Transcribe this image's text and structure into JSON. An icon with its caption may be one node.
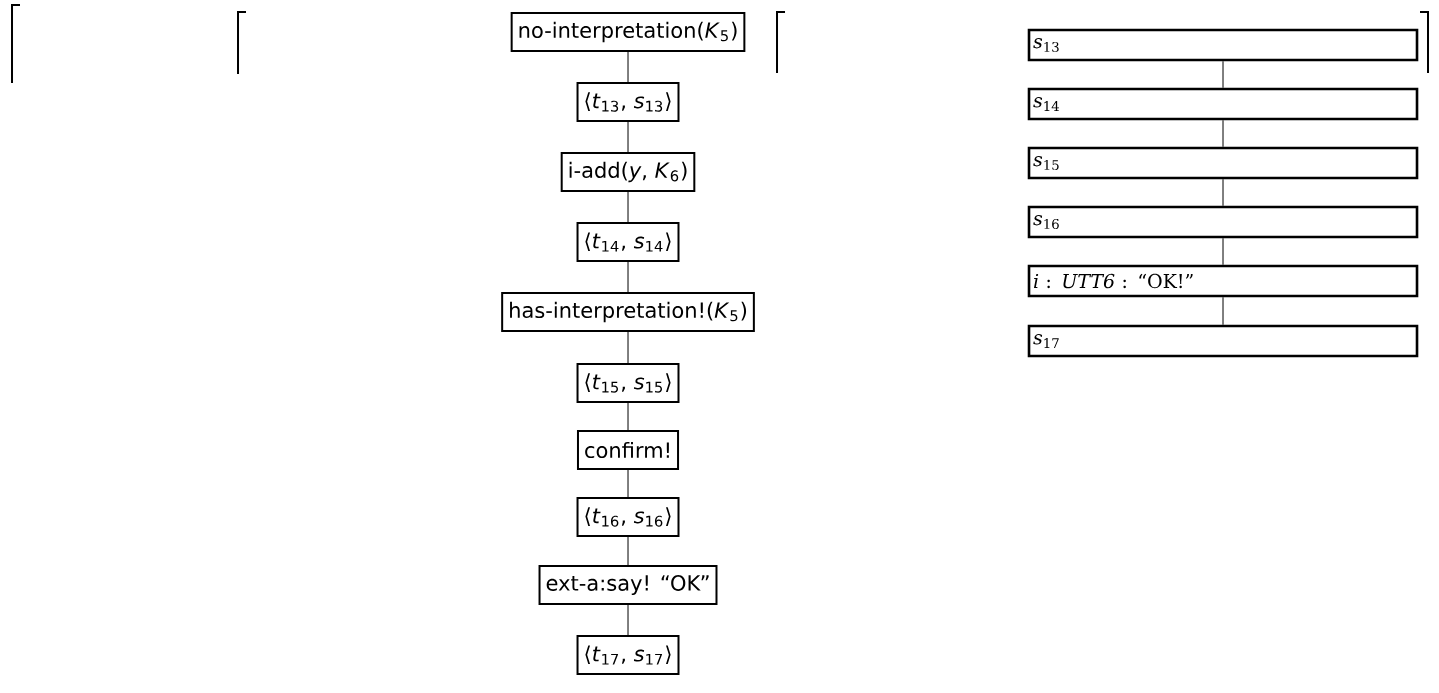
{
  "diagram": {
    "nodes": [
      {
        "text": [
          "no-interpretation(*K*$_{5}$)"
        ]
      },
      {
        "text": [
          "⟨*t*$_{13}$, *s*$_{13}$⟩"
        ]
      },
      {
        "text": [
          "i-add(*y*, *K*$_{6}$)"
        ]
      },
      {
        "text": [
          "⟨*t*$_{14}$, *s*$_{14}$⟩"
        ]
      },
      {
        "text": [
          "has-interpretation!(*K*$_{5}$)"
        ]
      },
      {
        "text": [
          "⟨*t*$_{15}$, *s*$_{15}$⟩"
        ]
      },
      {
        "text": [
          "confirm!"
        ]
      },
      {
        "text": [
          "⟨*t*$_{16}$, *s*$_{16}$⟩"
        ]
      },
      {
        "text": [
          "ext-a:say!  “OK”"
        ]
      },
      {
        "text": [
          "⟨*t*$_{17}$, *s*$_{17}$⟩"
        ]
      },
      {
        "text": [
          "*s*$_{13}$"
        ]
      },
      {
        "text": [
          "*s*$_{14}$"
        ]
      },
      {
        "text": [
          "*s*$_{15}$"
        ]
      },
      {
        "text": [
          "*s*$_{16}$"
        ]
      },
      {
        "text": [
          "*i* : *UTT6* : “OK!”"
        ]
      },
      {
        "text": [
          "*s*$_{17}$"
        ]
      }
    ],
    "edges": [
      {
        "from": 0,
        "to": 1,
        "arrow": "none"
      },
      {
        "from": 1,
        "to": 2,
        "arrow": "none"
      },
      {
        "from": 2,
        "to": 3,
        "arrow": "none"
      },
      {
        "from": 3,
        "to": 4,
        "arrow": "none"
      },
      {
        "from": 4,
        "to": 5,
        "arrow": "none"
      },
      {
        "from": 5,
        "to": 6,
        "arrow": "none"
      },
      {
        "from": 6,
        "to": 7,
        "arrow": "none"
      },
      {
        "from": 7,
        "to": 8,
        "arrow": "none"
      },
      {
        "from": 8,
        "to": 9,
        "arrow": "none"
      },
      {
        "from": 10,
        "to": 11,
        "arrow": "none"
      },
      {
        "from": 11,
        "to": 12,
        "arrow": "none"
      },
      {
        "from": 12,
        "to": 13,
        "arrow": "none"
      },
      {
        "from": 13,
        "to": 14,
        "arrow": "none"
      },
      {
        "from": 14,
        "to": 15,
        "arrow": "none"
      }
    ]
  }
}
